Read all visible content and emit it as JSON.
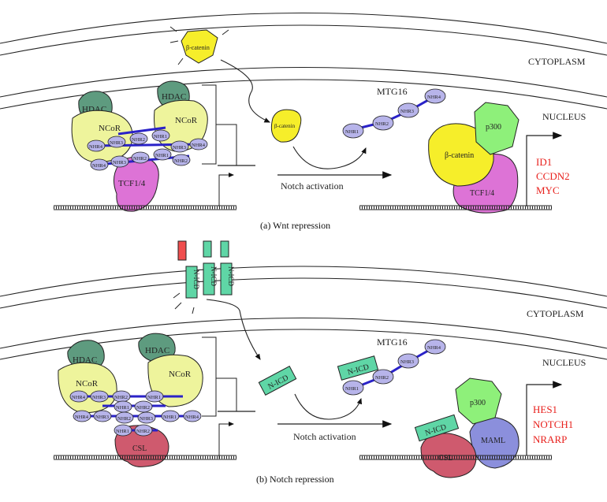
{
  "panel_a": {
    "caption": "(a)  Wnt repression",
    "cytoplasm": "CYTOPLASM",
    "nucleus": "NUCLEUS",
    "beta_catenin": "β-catenin",
    "hdac": "HDAC",
    "ncor": "NCoR",
    "tcf": "TCF1/4",
    "mtg16": "MTG16",
    "p300": "p300",
    "nhr1": "NHR1",
    "nhr2": "NHR2",
    "nhr3": "NHR3",
    "nhr4": "NHR4",
    "notch_activation": "Notch activation",
    "genes": [
      "ID1",
      "CCDN2",
      "MYC"
    ],
    "colors": {
      "beta_catenin": "#f6ee2a",
      "hdac": "#5e9b7f",
      "ncor": "#eef49c",
      "tcf": "#dd73d6",
      "p300": "#8ef07a",
      "nhr": "#b7b4ea",
      "linker": "#2a22c8",
      "genes": "#e8201c"
    }
  },
  "panel_b": {
    "caption": "(b)  Notch repression",
    "cytoplasm": "CYTOPLASM",
    "nucleus": "NUCLEUS",
    "nicd": "N-ICD",
    "hdac": "HDAC",
    "ncor": "NCoR",
    "csl": "CSL",
    "maml": "MAML",
    "mtg16": "MTG16",
    "p300": "p300",
    "nhr1": "NHR1",
    "nhr2": "NHR2",
    "nhr3": "NHR3",
    "nhr4": "NHR4",
    "notch_activation": "Notch activation",
    "genes": [
      "HES1",
      "NOTCH1",
      "NRARP"
    ],
    "colors": {
      "nicd": "#5fd6a6",
      "receptor_top": "#f04e4e",
      "csl": "#cf5a6e",
      "maml": "#8b8fdc",
      "p300": "#8ef07a"
    }
  }
}
